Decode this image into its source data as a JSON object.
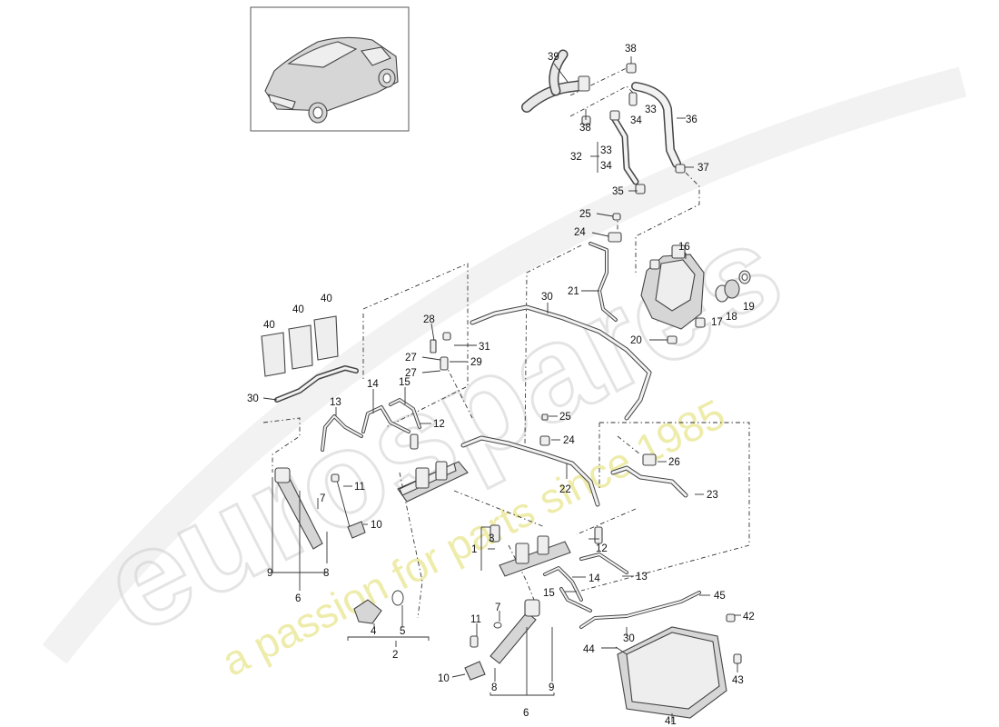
{
  "watermark": {
    "brand": "eurospares",
    "tagline": "a passion for parts since 1985",
    "color": "#e9e690"
  },
  "callouts": [
    {
      "id": "c39",
      "text": "39"
    },
    {
      "id": "c38a",
      "text": "38"
    },
    {
      "id": "c38b",
      "text": "38"
    },
    {
      "id": "c33a",
      "text": "33"
    },
    {
      "id": "c34a",
      "text": "34"
    },
    {
      "id": "c36",
      "text": "36"
    },
    {
      "id": "c32",
      "text": "32"
    },
    {
      "id": "c33b",
      "text": "33"
    },
    {
      "id": "c34b",
      "text": "34"
    },
    {
      "id": "c37",
      "text": "37"
    },
    {
      "id": "c35",
      "text": "35"
    },
    {
      "id": "c25a",
      "text": "25"
    },
    {
      "id": "c24a",
      "text": "24"
    },
    {
      "id": "c16",
      "text": "16"
    },
    {
      "id": "c21",
      "text": "21"
    },
    {
      "id": "c30a",
      "text": "30"
    },
    {
      "id": "c17",
      "text": "17"
    },
    {
      "id": "c18",
      "text": "18"
    },
    {
      "id": "c19",
      "text": "19"
    },
    {
      "id": "c20",
      "text": "20"
    },
    {
      "id": "c40a",
      "text": "40"
    },
    {
      "id": "c40b",
      "text": "40"
    },
    {
      "id": "c40c",
      "text": "40"
    },
    {
      "id": "c28",
      "text": "28"
    },
    {
      "id": "c31",
      "text": "31"
    },
    {
      "id": "c27a",
      "text": "27"
    },
    {
      "id": "c29",
      "text": "29"
    },
    {
      "id": "c27b",
      "text": "27"
    },
    {
      "id": "c30b",
      "text": "30"
    },
    {
      "id": "c15a",
      "text": "15"
    },
    {
      "id": "c14a",
      "text": "14"
    },
    {
      "id": "c13a",
      "text": "13"
    },
    {
      "id": "c12a",
      "text": "12"
    },
    {
      "id": "c25b",
      "text": "25"
    },
    {
      "id": "c24b",
      "text": "24"
    },
    {
      "id": "c26",
      "text": "26"
    },
    {
      "id": "c11a",
      "text": "11"
    },
    {
      "id": "c7a",
      "text": "7"
    },
    {
      "id": "c22",
      "text": "22"
    },
    {
      "id": "c23",
      "text": "23"
    },
    {
      "id": "c10a",
      "text": "10"
    },
    {
      "id": "c3",
      "text": "3"
    },
    {
      "id": "c1",
      "text": "1"
    },
    {
      "id": "c12b",
      "text": "12"
    },
    {
      "id": "c9a",
      "text": "9"
    },
    {
      "id": "c8a",
      "text": "8"
    },
    {
      "id": "c6a",
      "text": "6"
    },
    {
      "id": "c14b",
      "text": "14"
    },
    {
      "id": "c13b",
      "text": "13"
    },
    {
      "id": "c15b",
      "text": "15"
    },
    {
      "id": "c45",
      "text": "45"
    },
    {
      "id": "c7b",
      "text": "7"
    },
    {
      "id": "c11b",
      "text": "11"
    },
    {
      "id": "c30c",
      "text": "30"
    },
    {
      "id": "c42",
      "text": "42"
    },
    {
      "id": "c4",
      "text": "4"
    },
    {
      "id": "c5",
      "text": "5"
    },
    {
      "id": "c2",
      "text": "2"
    },
    {
      "id": "c44",
      "text": "44"
    },
    {
      "id": "c10b",
      "text": "10"
    },
    {
      "id": "c8b",
      "text": "8"
    },
    {
      "id": "c9b",
      "text": "9"
    },
    {
      "id": "c43",
      "text": "43"
    },
    {
      "id": "c6b",
      "text": "6"
    },
    {
      "id": "c41",
      "text": "41"
    }
  ]
}
